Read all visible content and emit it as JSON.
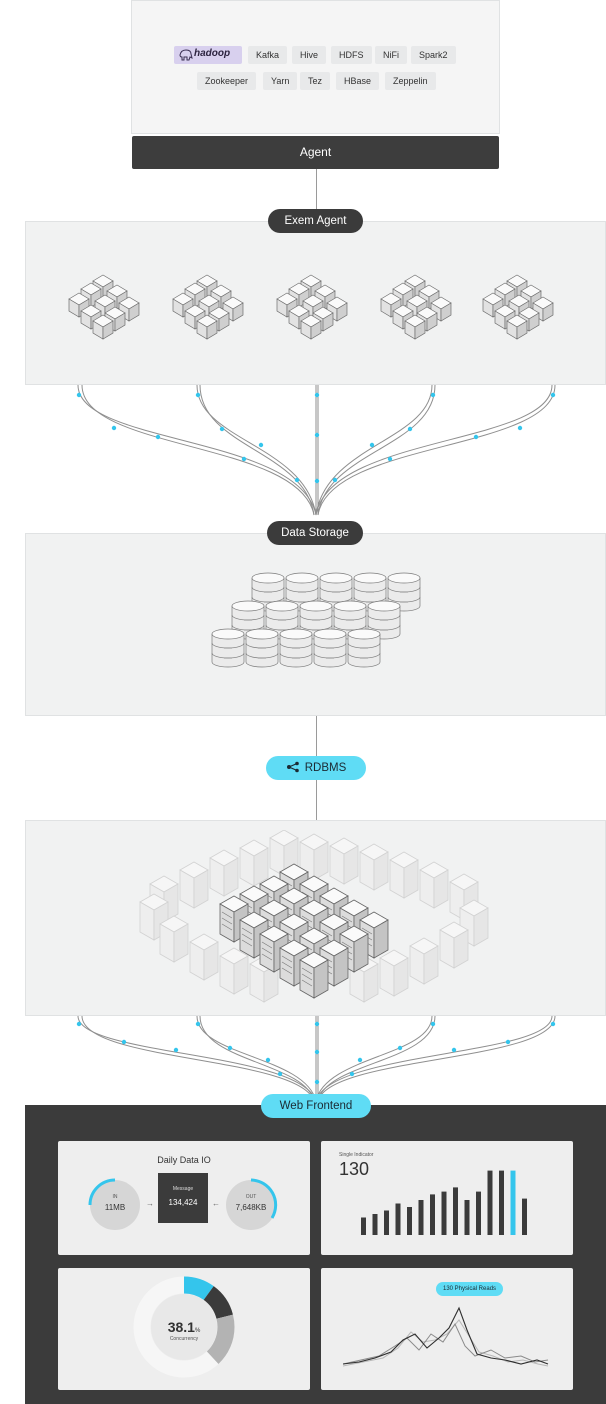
{
  "sources": {
    "logo_text": "hadoop",
    "row1": [
      "Kafka",
      "Hive",
      "HDFS",
      "NiFi",
      "Spark2"
    ],
    "row2": [
      "Zookeeper",
      "Yarn",
      "Tez",
      "HBase",
      "Zeppelin"
    ]
  },
  "agent_bar": "Agent",
  "exem_agent": "Exem Agent",
  "data_storage": "Data Storage",
  "rdbms": "RDBMS",
  "web_frontend": "Web Frontend",
  "dashboard": {
    "daily_io": {
      "title": "Daily Data IO",
      "in_label": "IN",
      "in_value": "11MB",
      "message_label": "Message",
      "message_value": "134,424",
      "out_label": "OUT",
      "out_value": "7,648KB"
    },
    "single_indicator": {
      "label": "Single Indicator",
      "value": "130",
      "bars": [
        0.25,
        0.3,
        0.35,
        0.45,
        0.4,
        0.5,
        0.58,
        0.62,
        0.68,
        0.5,
        0.62,
        0.92,
        0.92,
        0.92,
        0.52
      ]
    },
    "concurrency": {
      "value": "38.1",
      "unit": "%",
      "label": "Concurrency",
      "segments": [
        0.1,
        0.11,
        0.17,
        0.62
      ]
    },
    "physical_reads": {
      "badge": "130 Physical Reads"
    },
    "colors": {
      "accent": "#34c5ec",
      "dark": "#3b3b3b"
    }
  }
}
